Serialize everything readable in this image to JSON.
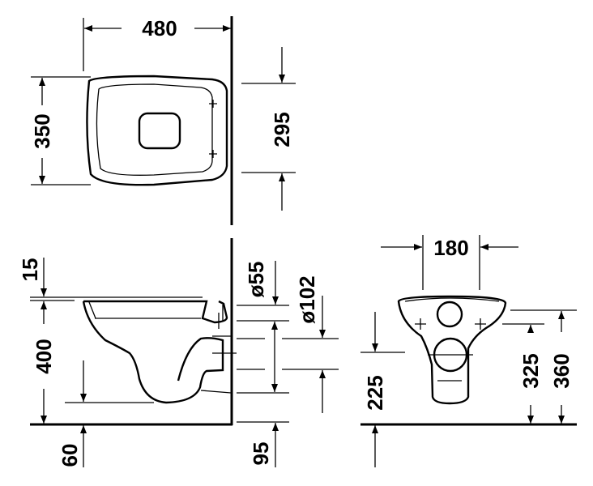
{
  "top_view": {
    "width": "480",
    "depth": "350",
    "fixing_distance": "295"
  },
  "side_view": {
    "rim_offset": "15",
    "height_label": "400",
    "outlet_diameter": "ø55",
    "inlet_diameter": "ø102",
    "floor_gap_left": "60",
    "floor_gap_right": "95"
  },
  "front_view": {
    "outlet_width": "180",
    "outlet_height": "225",
    "fixing_height_low": "325",
    "fixing_height_high": "360"
  }
}
